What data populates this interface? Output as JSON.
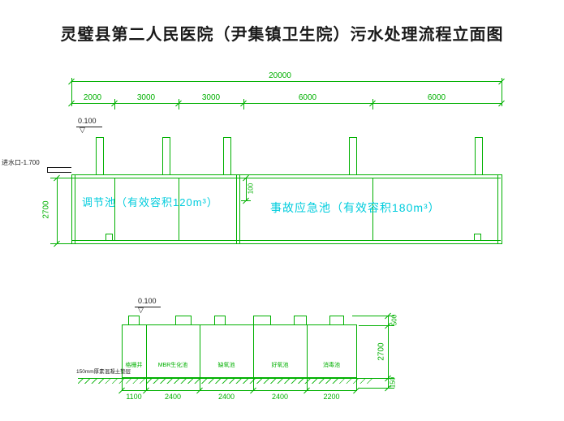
{
  "title": "灵璧县第二人民医院（尹集镇卫生院）污水处理流程立面图",
  "icons": {
    "elevation_triangle": "▽"
  },
  "upper": {
    "total_dim": "20000",
    "segment_dims": [
      "2000",
      "3000",
      "3000",
      "6000",
      "6000"
    ],
    "elevation_mark": "0.100",
    "inlet_label": "进水口-1.700",
    "left_height_dim": "2700",
    "wall_dim": "100",
    "tank1_label": "调节池（有效容积120m³）",
    "tank2_label": "事故应急池（有效容积180m³）"
  },
  "lower": {
    "elevation_mark": "0.100",
    "ground_note": "150mm厚素混凝土垫层",
    "compartment_labels": [
      "格栅井",
      "MBR生化池",
      "缺氧池",
      "好氧池",
      "消毒池"
    ],
    "bottom_dims": [
      "1100",
      "2400",
      "2400",
      "2400",
      "2200"
    ],
    "right_dims": [
      "500",
      "2700",
      "150"
    ]
  }
}
